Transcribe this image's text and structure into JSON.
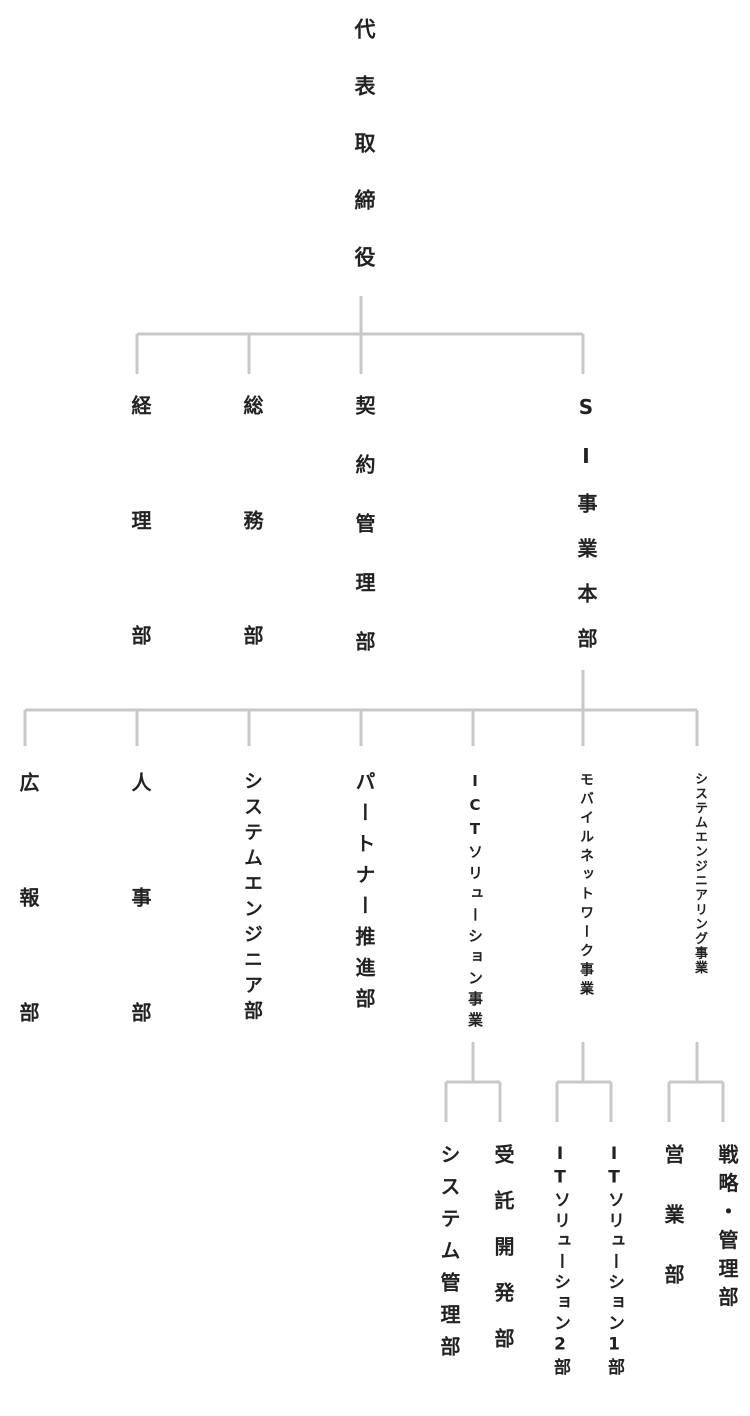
{
  "org": {
    "ceo": "代表取締役",
    "departments": {
      "keiri": "経理部",
      "soumu": "総務部",
      "keiyaku": "契約管理部",
      "si": "SI事業本部"
    },
    "si_divisions": {
      "kouhou": "広報部",
      "jinji": "人事部",
      "syseng": "システムエンジニア部",
      "partner": "パートナー推進部",
      "ict": "ICTソリューション事業",
      "mobile": "モバイルネットワーク事業",
      "sysbiz": "システムエンジニアリング事業"
    },
    "sub_units": {
      "sysmgmt": "システム管理部",
      "juutaku": "受託開発部",
      "it2": "ITソリューション2部",
      "it1": "ITソリューション1部",
      "eigyo": "営業部",
      "senryaku": "戦略・管理部"
    }
  }
}
